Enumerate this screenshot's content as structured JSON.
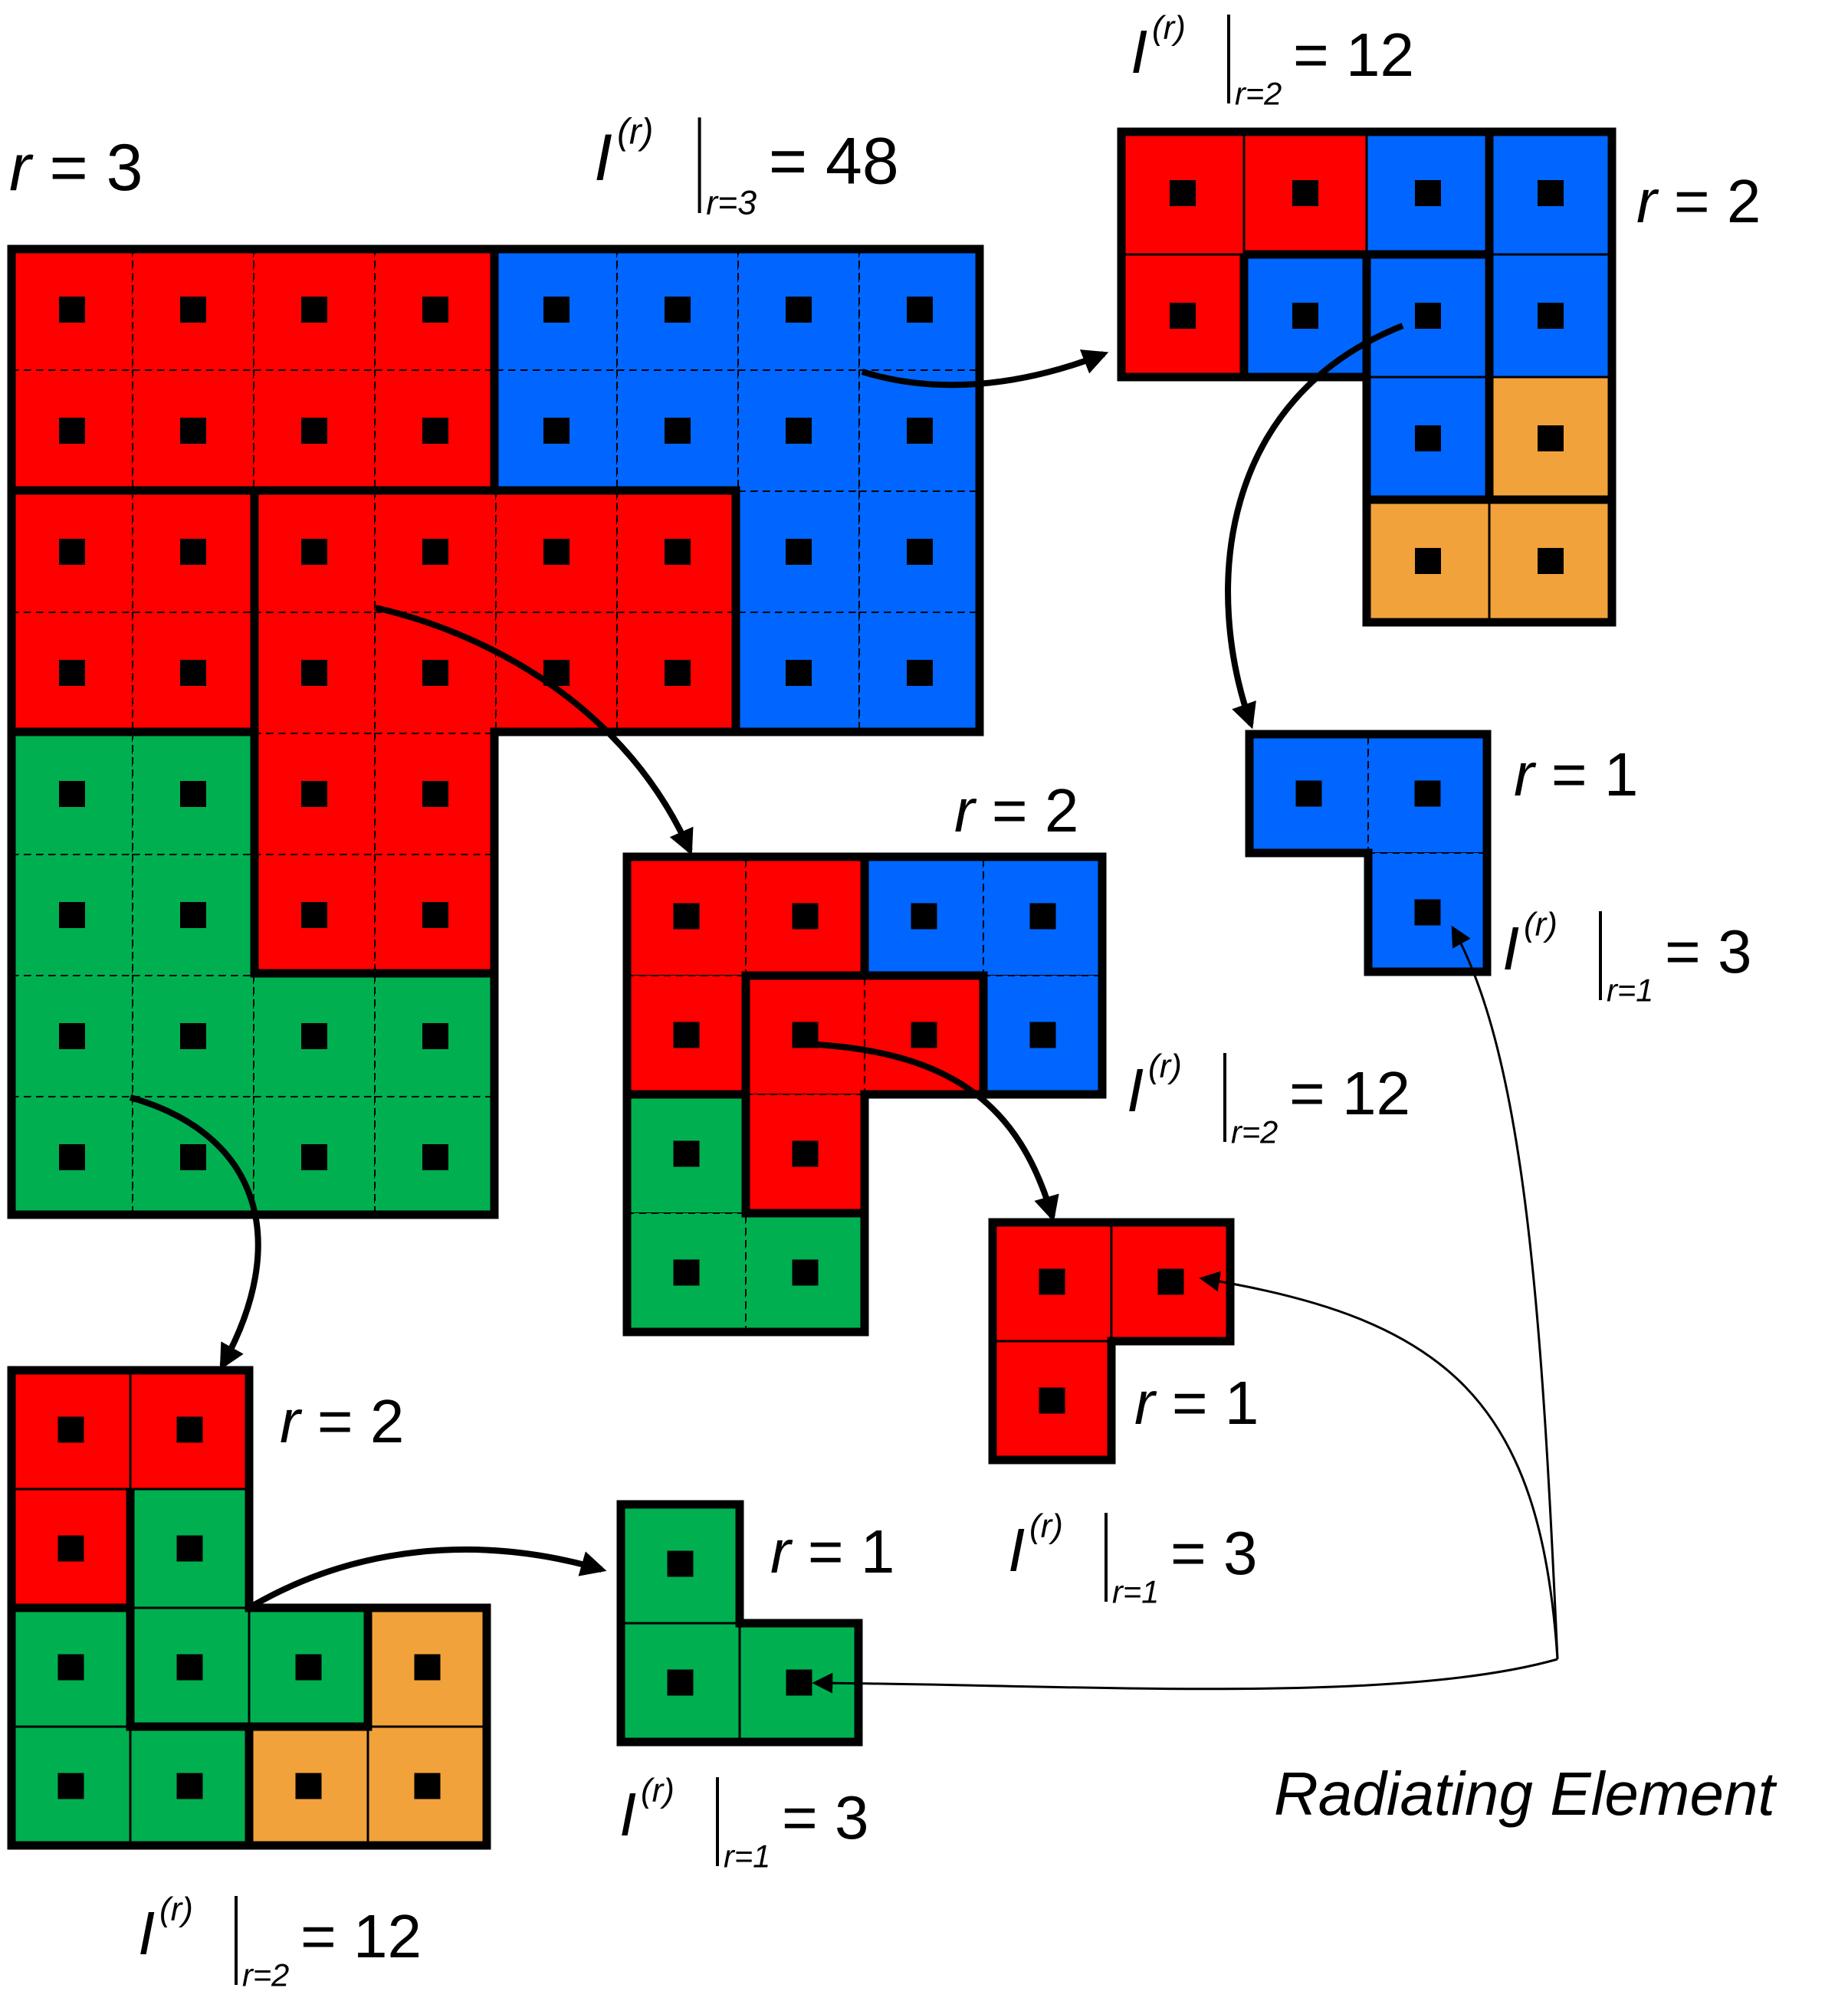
{
  "colors": {
    "red": "#ff0000",
    "blue": "#0066ff",
    "green": "#00b050",
    "orange": "#f2a23a",
    "element": "#000000",
    "outline": "#000000"
  },
  "symbols": {
    "I": "I",
    "sup": "(r)",
    "eq": "=",
    "r": "r"
  },
  "level_labels": {
    "top_level": "r = 3",
    "right_upper": "r = 2",
    "middle": "r = 2",
    "bottom_left": "r = 2",
    "right_small": "r = 1",
    "middle_small": "r = 1",
    "bottom_small": "r = 1"
  },
  "counts": {
    "top_level": {
      "sub": "r=3",
      "value": "48"
    },
    "right_upper": {
      "sub": "r=2",
      "value": "12"
    },
    "middle": {
      "sub": "r=2",
      "value": "12"
    },
    "bottom_left": {
      "sub": "r=2",
      "value": "12"
    },
    "right_small": {
      "sub": "r=1",
      "value": "3"
    },
    "middle_small": {
      "sub": "r=1",
      "value": "3"
    },
    "bottom_small": {
      "sub": "r=1",
      "value": "3"
    }
  },
  "annotation": {
    "radiating_element": "Radiating Element"
  }
}
